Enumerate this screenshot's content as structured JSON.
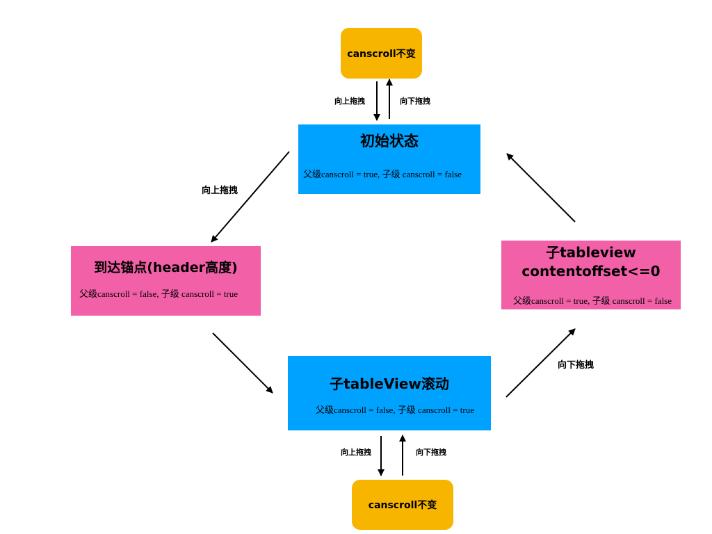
{
  "nodes": {
    "top_unchanged": "canscroll不变",
    "bottom_unchanged": "canscroll不变",
    "initial": {
      "title": "初始状态",
      "detail": "父级canscroll = true, 子级 canscroll = false"
    },
    "anchor": {
      "title": "到达锚点(header高度)",
      "detail": "父级canscroll = false, 子级 canscroll = true"
    },
    "child_scroll": {
      "title": "子tableView滚动",
      "detail": "父级canscroll = false, 子级 canscroll = true"
    },
    "child_offset": {
      "title_line1": "子tableview",
      "title_line2": "contentoffset<=0",
      "detail": "父级canscroll = true, 子级 canscroll = false"
    }
  },
  "edge_labels": {
    "top_up": "向上拖拽",
    "top_down": "向下拖拽",
    "initial_to_anchor": "向上拖拽",
    "child_to_offset": "向下拖拽",
    "bottom_up": "向上拖拽",
    "bottom_down": "向下拖拽"
  },
  "colors": {
    "blue": "#00a2ff",
    "pink": "#f260a8",
    "gold": "#f7b500"
  }
}
